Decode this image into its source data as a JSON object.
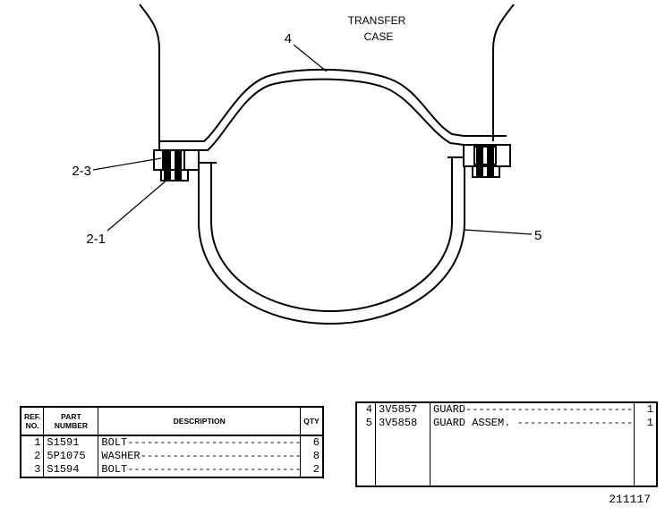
{
  "diagram": {
    "title_line1": "TRANSFER",
    "title_line2": "CASE",
    "callouts": {
      "guard": "4",
      "guard_assembly": "5",
      "bolt_washer": "2-3",
      "bolt": "2-1"
    }
  },
  "parts_table": {
    "headers": {
      "ref_no_line1": "REF.",
      "ref_no_line2": "NO.",
      "part_number_line1": "PART",
      "part_number_line2": "NUMBER",
      "description": "DESCRIPTION",
      "qty": "QTY"
    },
    "rows": [
      {
        "ref": "1",
        "part": "S1591",
        "desc": "BOLT-----------------------------",
        "qty": "6"
      },
      {
        "ref": "2",
        "part": "5P1075",
        "desc": "WASHER-------------------------",
        "qty": "8"
      },
      {
        "ref": "3",
        "part": "S1594",
        "desc": "BOLT----------------------------",
        "qty": "2"
      },
      {
        "ref": "4",
        "part": "3V5857",
        "desc": "GUARD------------------------------",
        "qty": "1"
      },
      {
        "ref": "5",
        "part": "3V5858",
        "desc": "GUARD ASSEM. -----------------------",
        "qty": "1"
      }
    ]
  },
  "reference_number": "211117"
}
